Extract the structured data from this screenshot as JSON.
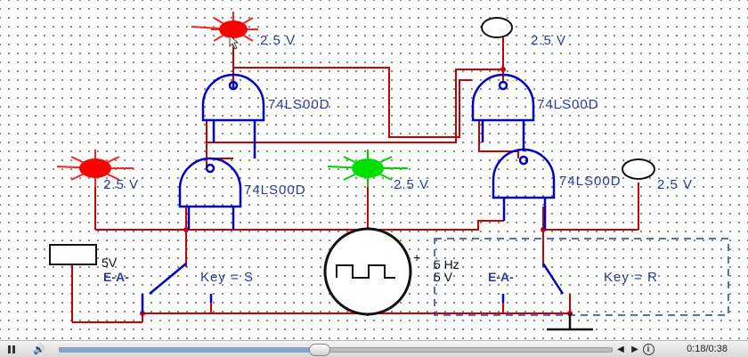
{
  "schematic": {
    "gates": [
      {
        "label": "74LS00D"
      },
      {
        "label": "74LS00D"
      },
      {
        "label": "74LS00D"
      },
      {
        "label": "74LS00D"
      }
    ],
    "probes": [
      {
        "voltage": "2.5 V",
        "state": "on",
        "color": "#ff0000"
      },
      {
        "voltage": "2.5 V",
        "state": "off",
        "color": "#ffffff"
      },
      {
        "voltage": "2.5 V",
        "state": "on",
        "color": "#ff0000"
      },
      {
        "voltage": "2.5 V",
        "state": "on",
        "color": "#00e000"
      },
      {
        "voltage": "2.5 V",
        "state": "off",
        "color": "#ffffff"
      }
    ],
    "vcc": {
      "label": "5V"
    },
    "clock": {
      "frequency": "5 Hz",
      "amplitude": "5 V",
      "polarity": "+"
    },
    "switches": [
      {
        "key_label": "Key = S",
        "tag": "E-A-"
      },
      {
        "key_label": "Key = R",
        "tag": "E-A-"
      }
    ],
    "wire_color": "#cc0000",
    "gate_color": "#0000cc"
  },
  "player": {
    "time": "0:18/0:38",
    "progress": 0.47
  }
}
